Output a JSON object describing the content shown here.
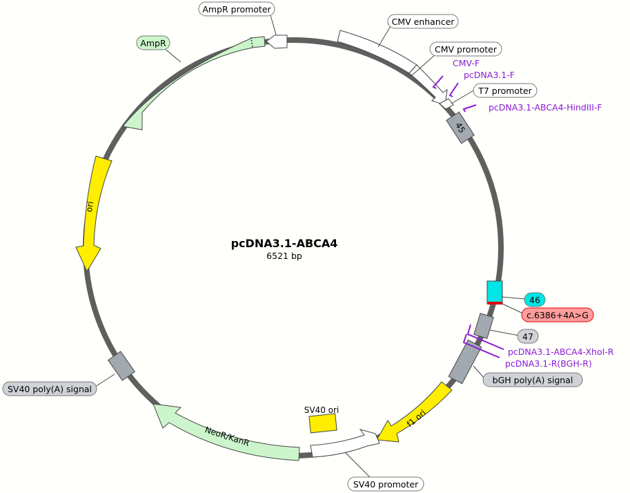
{
  "plasmid": {
    "name": "pcDNA3.1-ABCA4",
    "size_label": "6521 bp"
  },
  "features": {
    "ampr": "AmpR",
    "ori": "ori",
    "neor": "NeoR/KanR",
    "f1_ori": "f1 ori",
    "sv40_ori": "SV40 ori",
    "exon_45": "45"
  },
  "callouts": {
    "ampr_promoter": "AmpR promoter",
    "cmv_enhancer": "CMV enhancer",
    "cmv_promoter": "CMV promoter",
    "t7_promoter": "T7 promoter",
    "exon_46": "46",
    "variant": "c.6386+4A>G",
    "exon_47": "47",
    "bgh_polya": "bGH poly(A) signal",
    "sv40_polya": "SV40 poly(A) signal",
    "sv40_promoter": "SV40 promoter"
  },
  "primers": {
    "cmv_f": "CMV-F",
    "pcdna_f": "pcDNA3.1-F",
    "hindiii_f": "pcDNA3.1-ABCA4-HindIII-F",
    "xhoi_r": "pcDNA3.1-ABCA4-XhoI-R",
    "bgh_r": "pcDNA3.1-R(BGH-R)"
  },
  "colors": {
    "backbone": "#5f5f5f",
    "resistance_fill": "#ccf5cc",
    "ori_fill": "#ffee00",
    "promoter_fill": "#ffffff",
    "exon_grey": "#a3a9b0",
    "exon_cyan": "#00e5e5",
    "variant_fill": "#ff9c9c",
    "variant_stroke": "#e00000",
    "primer": "#8a1ad6"
  }
}
